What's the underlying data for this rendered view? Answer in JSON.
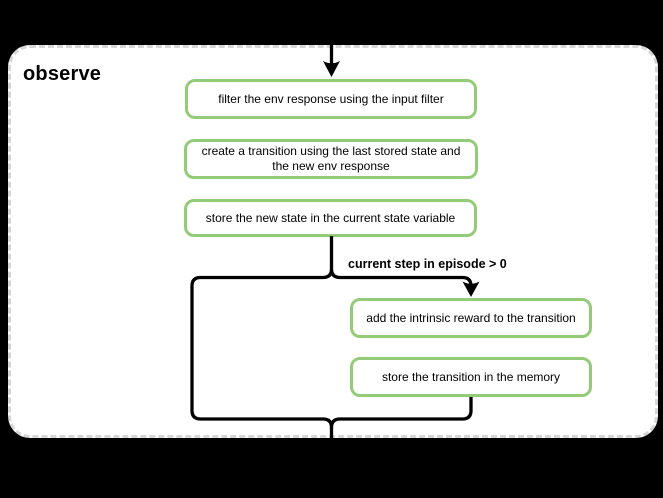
{
  "title": "observe",
  "nodes": [
    {
      "id": "filter-env-response",
      "label": "filter the env response using the input filter"
    },
    {
      "id": "create-transition",
      "label": "create a transition using the last stored state and the new env response"
    },
    {
      "id": "store-new-state",
      "label": "store the new state in the current state variable"
    },
    {
      "id": "add-intrinsic-reward",
      "label": "add the intrinsic reward to the transition"
    },
    {
      "id": "store-transition",
      "label": "store the transition in the memory"
    }
  ],
  "condition_label": "current step in episode > 0",
  "colors": {
    "background": "#000000",
    "panel_bg": "#ffffff",
    "panel_border": "#d6d6d6",
    "node_bg": "#ffffff",
    "node_border": "#94cb78",
    "line": "#000000",
    "text": "#000000"
  }
}
